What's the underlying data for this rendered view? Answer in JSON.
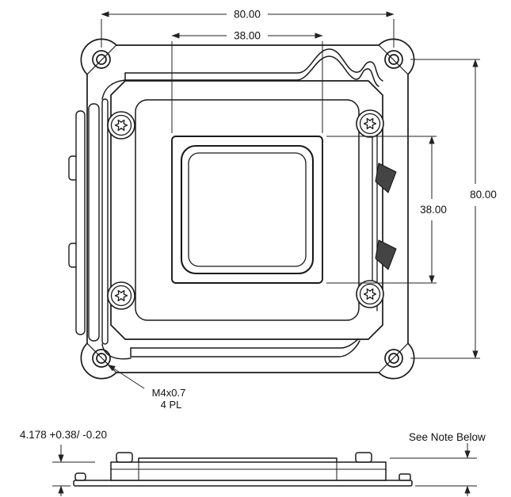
{
  "colors": {
    "line": "#1a1a1a",
    "dim_line": "#222222",
    "background": "#ffffff",
    "latch_fill": "#444444"
  },
  "top_view": {
    "dim_width_outer": "80.00",
    "dim_width_inner": "38.00",
    "dim_height_outer": "80.00",
    "dim_height_inner": "38.00",
    "hole_callout": {
      "line1": "M4x0.7",
      "line2": "4 PL"
    }
  },
  "side_view": {
    "height_dim": "4.178 +0.38/ -0.20",
    "note": "See Note Below"
  }
}
